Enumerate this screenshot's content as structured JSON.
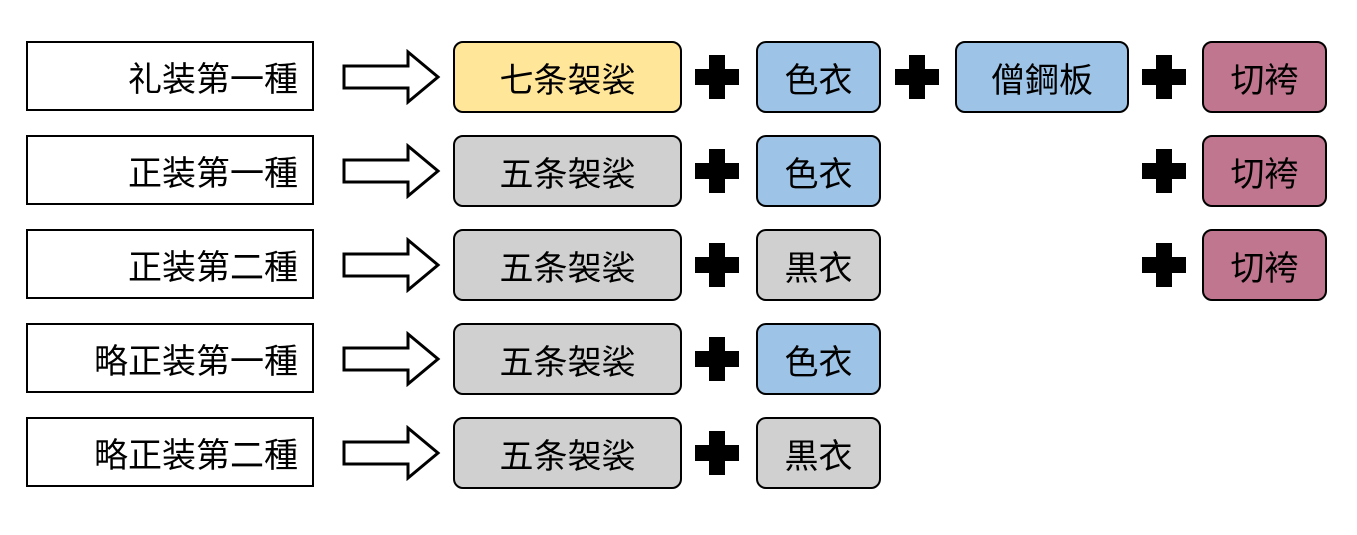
{
  "colors": {
    "yellow": "#FFE699",
    "blue": "#9DC3E6",
    "gray": "#D0D0D0",
    "mauve": "#C0768E",
    "border": "#000000"
  },
  "icons": {
    "arrow": "outline-right-arrow-icon",
    "plus": "bold-plus-icon"
  },
  "rows": [
    {
      "label": "礼装第一種",
      "kesa": {
        "text": "七条袈裟",
        "color": "yellow"
      },
      "koromo": {
        "text": "色衣",
        "color": "blue"
      },
      "sokou": {
        "text": "僧鋼板",
        "color": "blue"
      },
      "hakama": {
        "text": "切袴",
        "color": "mauve"
      }
    },
    {
      "label": "正装第一種",
      "kesa": {
        "text": "五条袈裟",
        "color": "gray"
      },
      "koromo": {
        "text": "色衣",
        "color": "blue"
      },
      "sokou": null,
      "hakama": {
        "text": "切袴",
        "color": "mauve"
      }
    },
    {
      "label": "正装第二種",
      "kesa": {
        "text": "五条袈裟",
        "color": "gray"
      },
      "koromo": {
        "text": "黒衣",
        "color": "gray"
      },
      "sokou": null,
      "hakama": {
        "text": "切袴",
        "color": "mauve"
      }
    },
    {
      "label": "略正装第一種",
      "kesa": {
        "text": "五条袈裟",
        "color": "gray"
      },
      "koromo": {
        "text": "色衣",
        "color": "blue"
      },
      "sokou": null,
      "hakama": null
    },
    {
      "label": "略正装第二種",
      "kesa": {
        "text": "五条袈裟",
        "color": "gray"
      },
      "koromo": {
        "text": "黒衣",
        "color": "gray"
      },
      "sokou": null,
      "hakama": null
    }
  ]
}
